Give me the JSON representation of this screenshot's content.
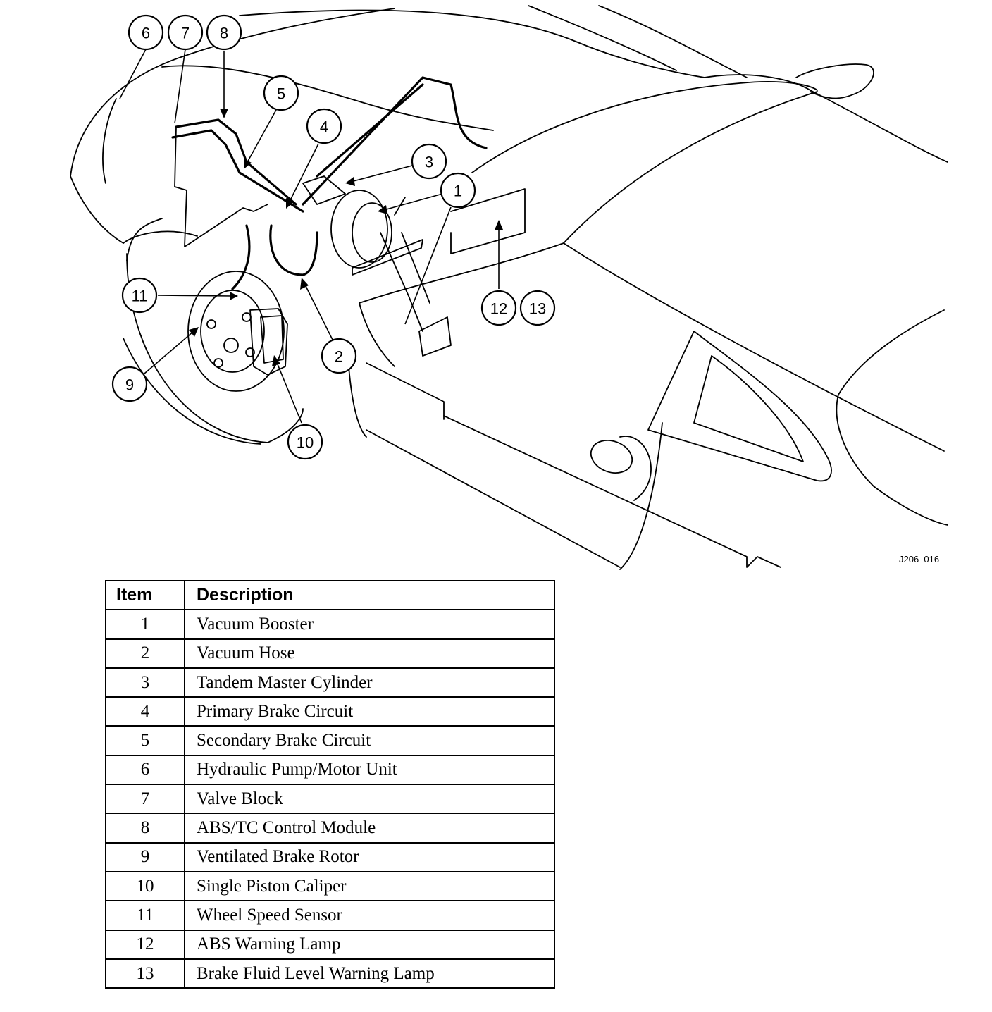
{
  "figure_id": "J206–016",
  "callouts": [
    "1",
    "2",
    "3",
    "4",
    "5",
    "6",
    "7",
    "8",
    "9",
    "10",
    "11",
    "12",
    "13"
  ],
  "table": {
    "headers": {
      "item": "Item",
      "description": "Description"
    },
    "rows": [
      {
        "item": "1",
        "description": "Vacuum Booster"
      },
      {
        "item": "2",
        "description": "Vacuum Hose"
      },
      {
        "item": "3",
        "description": "Tandem Master Cylinder"
      },
      {
        "item": "4",
        "description": "Primary Brake Circuit"
      },
      {
        "item": "5",
        "description": "Secondary Brake Circuit"
      },
      {
        "item": "6",
        "description": "Hydraulic Pump/Motor Unit"
      },
      {
        "item": "7",
        "description": "Valve Block"
      },
      {
        "item": "8",
        "description": "ABS/TC Control Module"
      },
      {
        "item": "9",
        "description": "Ventilated Brake Rotor"
      },
      {
        "item": "10",
        "description": "Single Piston Caliper"
      },
      {
        "item": "11",
        "description": "Wheel Speed Sensor"
      },
      {
        "item": "12",
        "description": "ABS Warning Lamp"
      },
      {
        "item": "13",
        "description": "Brake Fluid Level Warning Lamp"
      }
    ]
  }
}
